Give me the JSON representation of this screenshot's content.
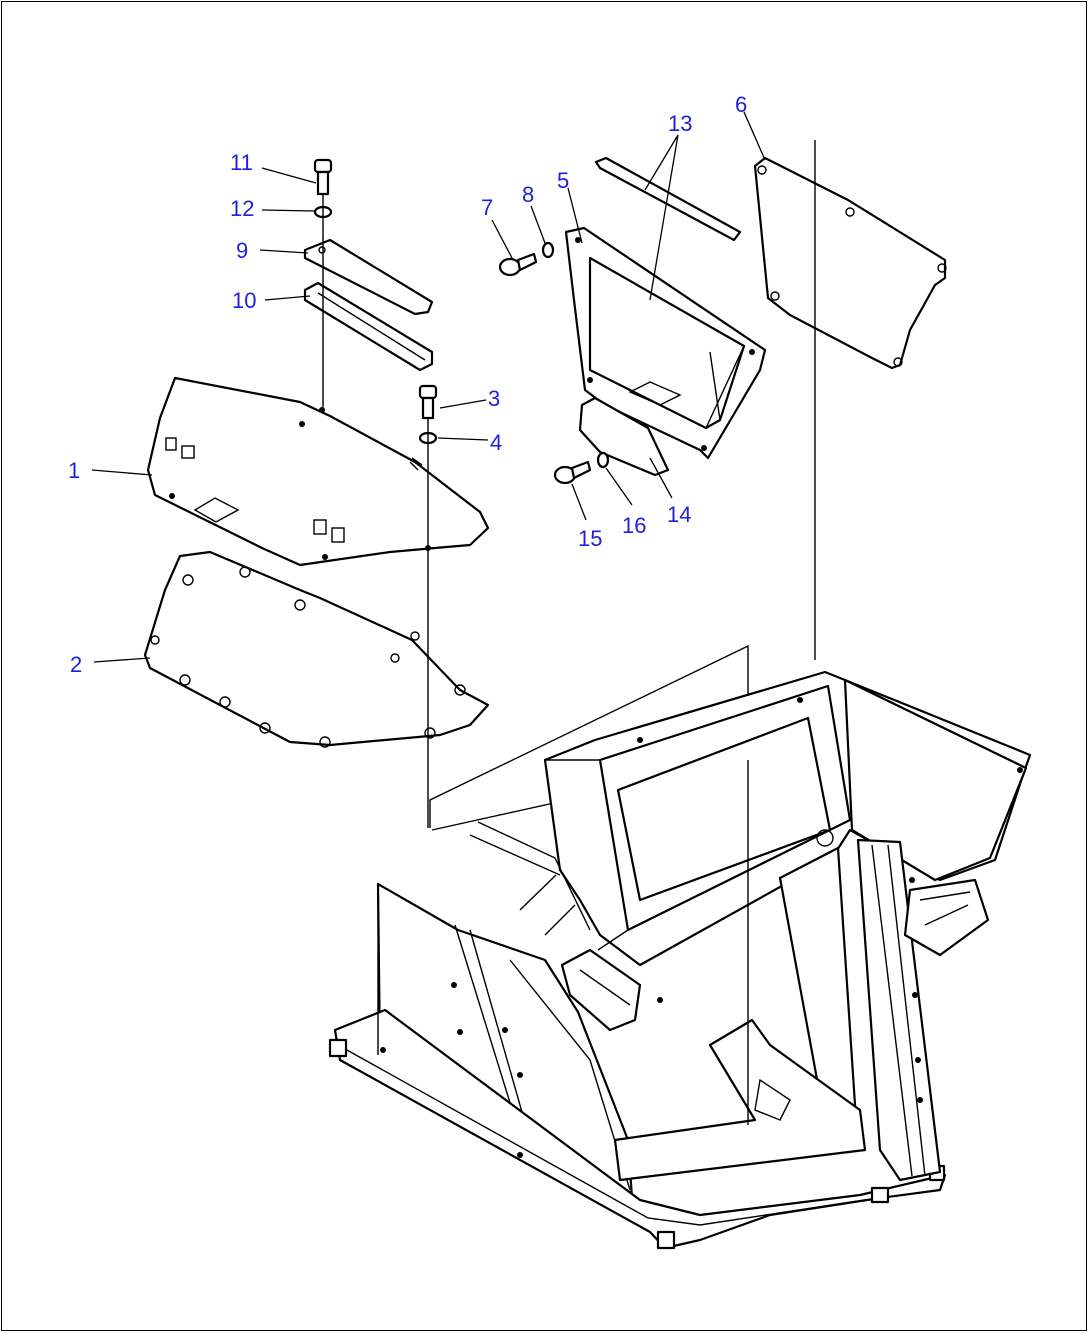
{
  "diagram": {
    "type": "exploded-parts-view",
    "callouts": [
      {
        "id": "1",
        "label": "1"
      },
      {
        "id": "2",
        "label": "2"
      },
      {
        "id": "3",
        "label": "3"
      },
      {
        "id": "4",
        "label": "4"
      },
      {
        "id": "5",
        "label": "5"
      },
      {
        "id": "6",
        "label": "6"
      },
      {
        "id": "7",
        "label": "7"
      },
      {
        "id": "8",
        "label": "8"
      },
      {
        "id": "9",
        "label": "9"
      },
      {
        "id": "10",
        "label": "10"
      },
      {
        "id": "11",
        "label": "11"
      },
      {
        "id": "12",
        "label": "12"
      },
      {
        "id": "13",
        "label": "13"
      },
      {
        "id": "14",
        "label": "14"
      },
      {
        "id": "15",
        "label": "15"
      },
      {
        "id": "16",
        "label": "16"
      }
    ],
    "colors": {
      "callout": "#1f1fe0",
      "line": "#000000",
      "background": "#ffffff"
    }
  }
}
